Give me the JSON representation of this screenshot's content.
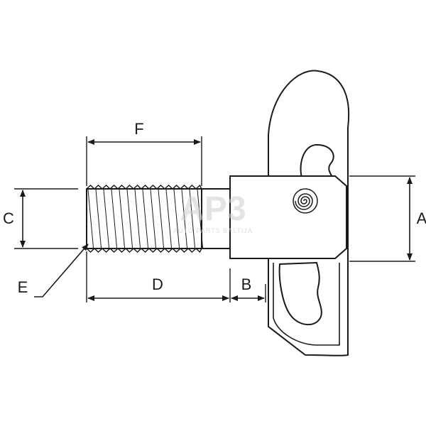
{
  "labels": {
    "a": "A",
    "b": "B",
    "c": "C",
    "d": "D",
    "e": "E",
    "f": "F"
  },
  "watermark": {
    "logo": "AP3",
    "tagline": "AUTO PARTS BALTIJA"
  },
  "colors": {
    "line": "#1a1a1a",
    "watermark": "#cfcfcf"
  }
}
